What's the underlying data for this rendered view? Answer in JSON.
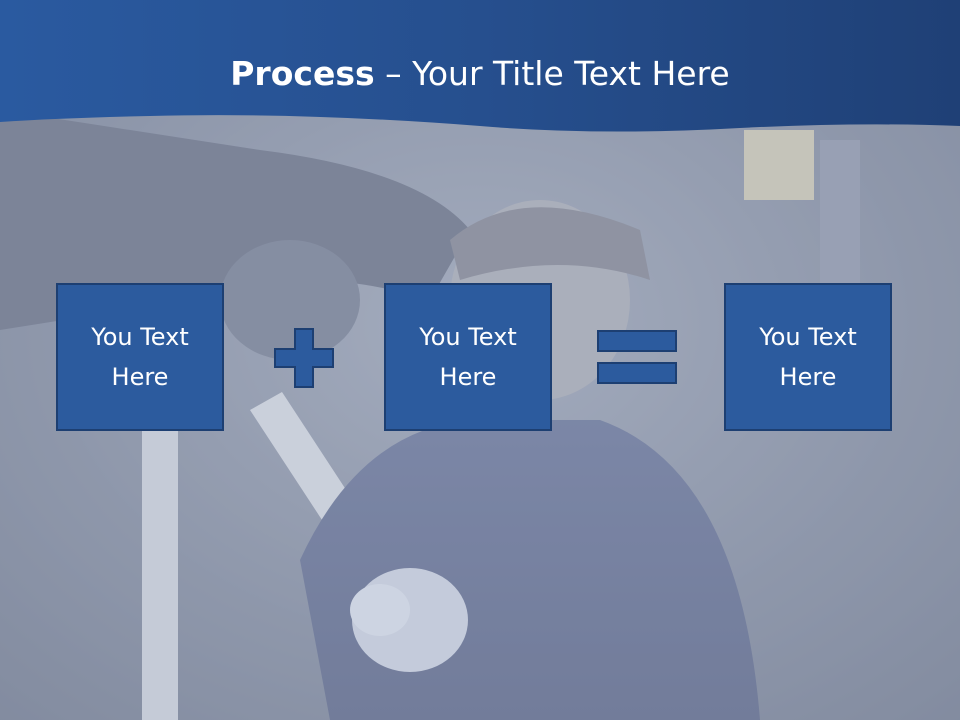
{
  "slide": {
    "title_bold": "Process",
    "title_rest": " – Your Title Text Here",
    "boxes": [
      {
        "label": "You Text Here"
      },
      {
        "label": "You Text Here"
      },
      {
        "label": "You Text Here"
      }
    ],
    "operators": [
      "plus-icon",
      "equals-icon"
    ]
  },
  "colors": {
    "header_blue": "#2a5597",
    "box_fill": "#2c5b9e",
    "box_border": "#1d3f72",
    "text_white": "#ffffff"
  }
}
